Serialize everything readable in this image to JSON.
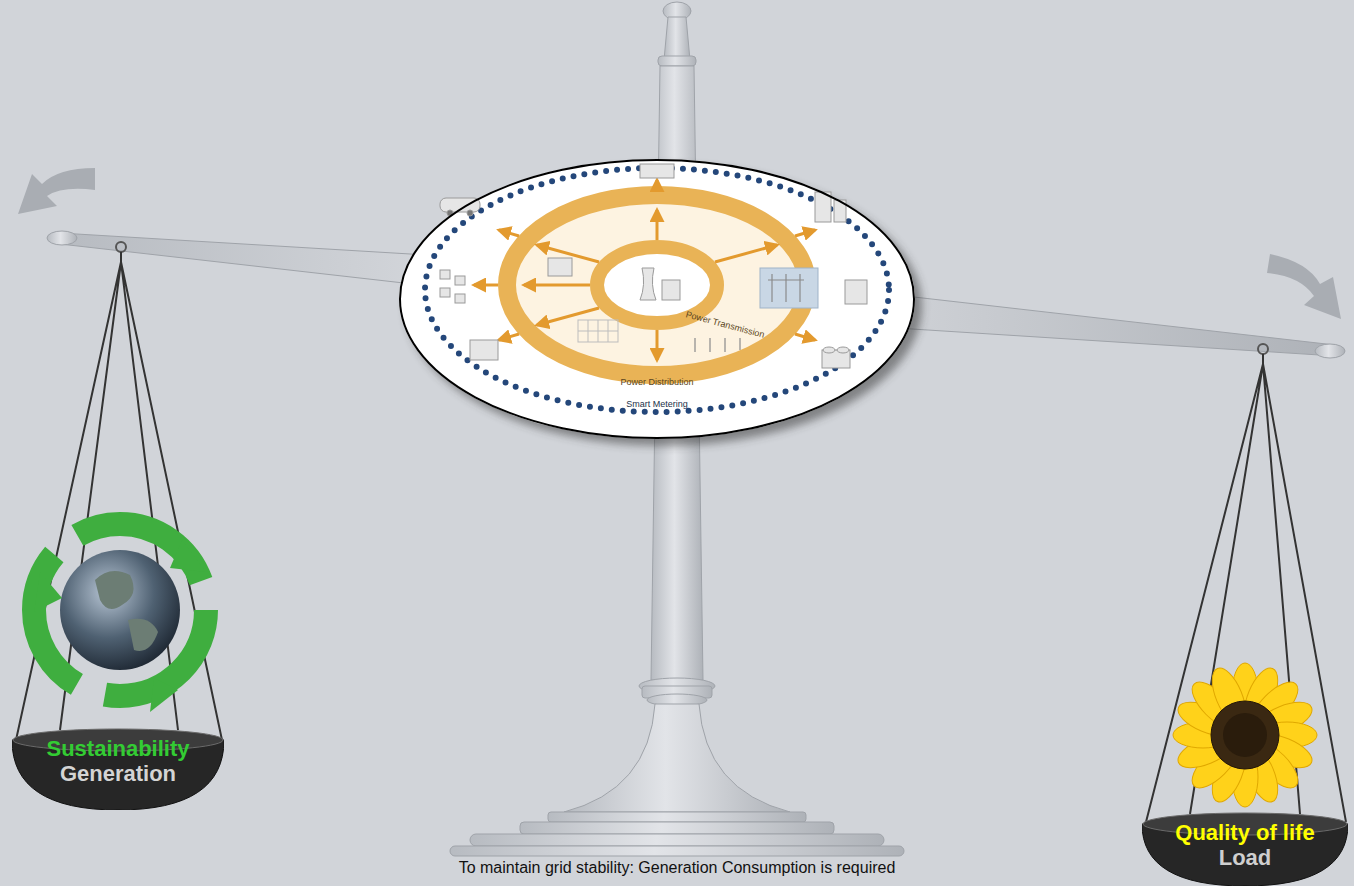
{
  "diagram": {
    "caption": "To maintain grid stability: Generation Consumption is required",
    "nodes": [
      {
        "text": [
          "Power Transmission",
          "Power Distribution",
          "Smart Metering"
        ]
      },
      {
        "text": [
          "Sustainability",
          "Generation"
        ]
      },
      {
        "text": [
          "Quality of life",
          "Load"
        ]
      }
    ]
  }
}
